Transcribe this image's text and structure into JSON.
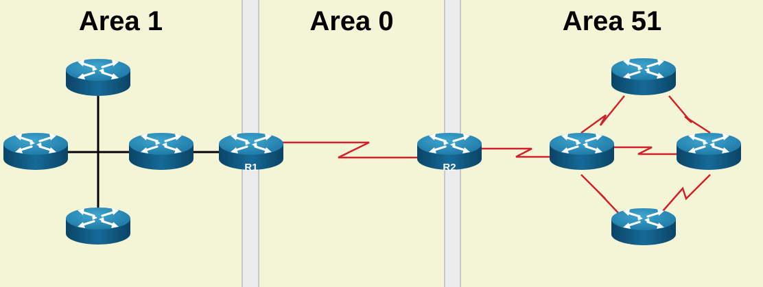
{
  "areas": [
    {
      "id": "area-1",
      "title": "Area 1"
    },
    {
      "id": "area-0",
      "title": "Area 0"
    },
    {
      "id": "area-51",
      "title": "Area 51"
    }
  ],
  "routers": {
    "r1_label": "R1",
    "r2_label": "R2"
  },
  "colors": {
    "area_background": "#f4f5d6",
    "ethernet_link": "#000000",
    "serial_link": "#d0202a",
    "router_top": "#2c8fba",
    "router_body": "#0f5a84"
  }
}
